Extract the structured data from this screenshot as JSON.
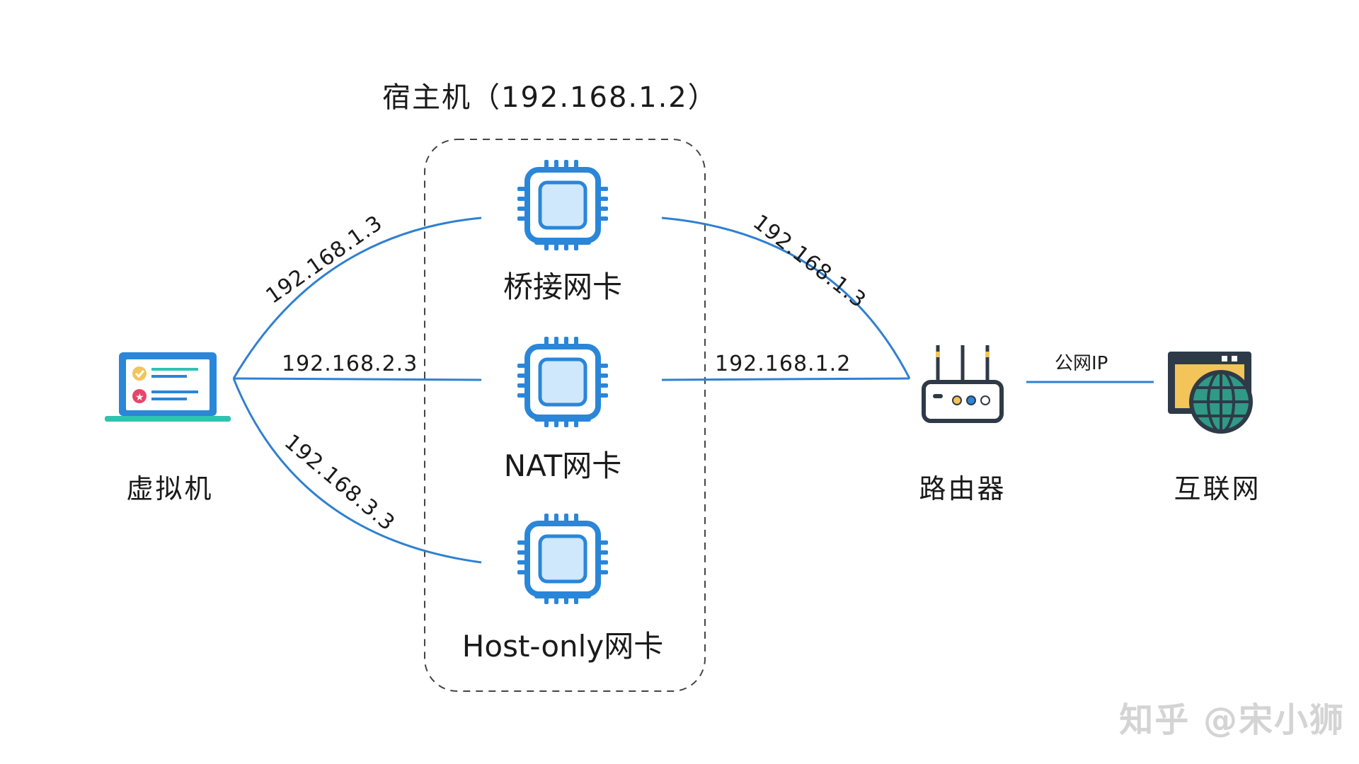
{
  "host": {
    "title": "宿主机（192.168.1.2）"
  },
  "nodes": {
    "vm": "虚拟机",
    "router": "路由器",
    "internet": "互联网"
  },
  "nics": [
    {
      "label": "桥接网卡"
    },
    {
      "label": "NAT网卡"
    },
    {
      "label": "Host-only网卡"
    }
  ],
  "links": {
    "vm_bridge": "192.168.1.3",
    "vm_nat": "192.168.2.3",
    "vm_hostonly": "192.168.3.3",
    "bridge_router": "192.168.1.3",
    "nat_router": "192.168.1.2",
    "router_internet": "公网IP"
  },
  "watermark": "知乎 @宋小狮",
  "colors": {
    "link": "#2f80d1",
    "chip_border": "#2a86d9",
    "chip_fill": "#cfe8fb",
    "laptop_frame": "#2a86d9",
    "laptop_base": "#2fc3b0",
    "router_body": "#2f3a48",
    "globe": "#2f9a86",
    "browser_window": "#f2c45a"
  },
  "icons": {
    "vm": "laptop-icon",
    "nic": "chip-icon",
    "router": "router-icon",
    "internet": "globe-browser-icon"
  }
}
